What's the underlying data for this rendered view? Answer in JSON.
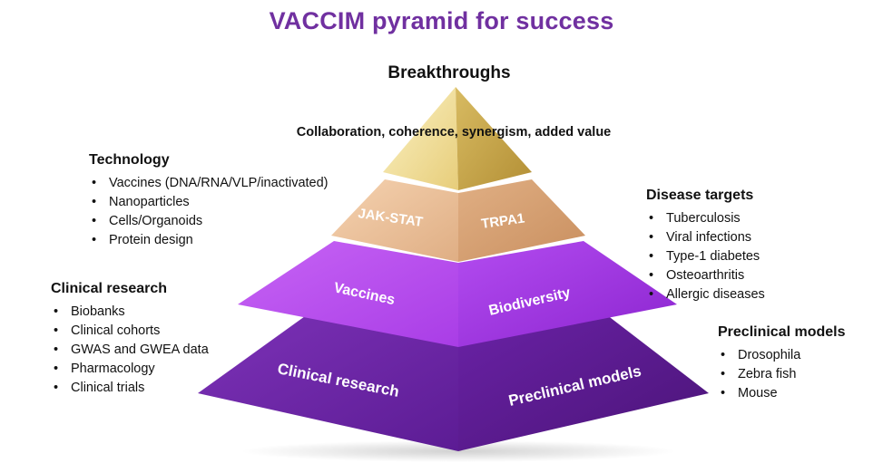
{
  "title": "VACCIM pyramid for success",
  "apex": {
    "label": "Breakthroughs",
    "caption": "Collaboration, coherence, synergism, added value"
  },
  "pyramid_levels": {
    "level2": {
      "left": "JAK-STAT",
      "right": "TRPA1"
    },
    "level3": {
      "left": "Vaccines",
      "right": "Biodiversity"
    },
    "level4": {
      "left": "Clinical research",
      "right": "Preclinical models"
    }
  },
  "panels": {
    "technology": {
      "heading": "Technology",
      "items": [
        "Vaccines (DNA/RNA/VLP/inactivated)",
        "Nanoparticles",
        "Cells/Organoids",
        "Protein design"
      ]
    },
    "clinical": {
      "heading": "Clinical research",
      "items": [
        "Biobanks",
        "Clinical cohorts",
        "GWAS and GWEA data",
        "Pharmacology",
        "Clinical trials"
      ]
    },
    "disease": {
      "heading": "Disease targets",
      "items": [
        "Tuberculosis",
        "Viral infections",
        "Type-1 diabetes",
        "Osteoarthritis",
        "Allergic diseases"
      ]
    },
    "preclinical": {
      "heading": "Preclinical models",
      "items": [
        "Drosophila",
        "Zebra fish",
        "Mouse"
      ]
    }
  },
  "colors": {
    "title": "#7030a0",
    "gold_left": "#f3e3a0",
    "gold_right": "#c9a84a",
    "tan_left": "#efc6a0",
    "tan_right": "#d8a176",
    "violet_left": "#c24ef7",
    "violet_right": "#a033e0",
    "purple_left": "#7a2ab8",
    "purple_right": "#5a1a8e"
  }
}
